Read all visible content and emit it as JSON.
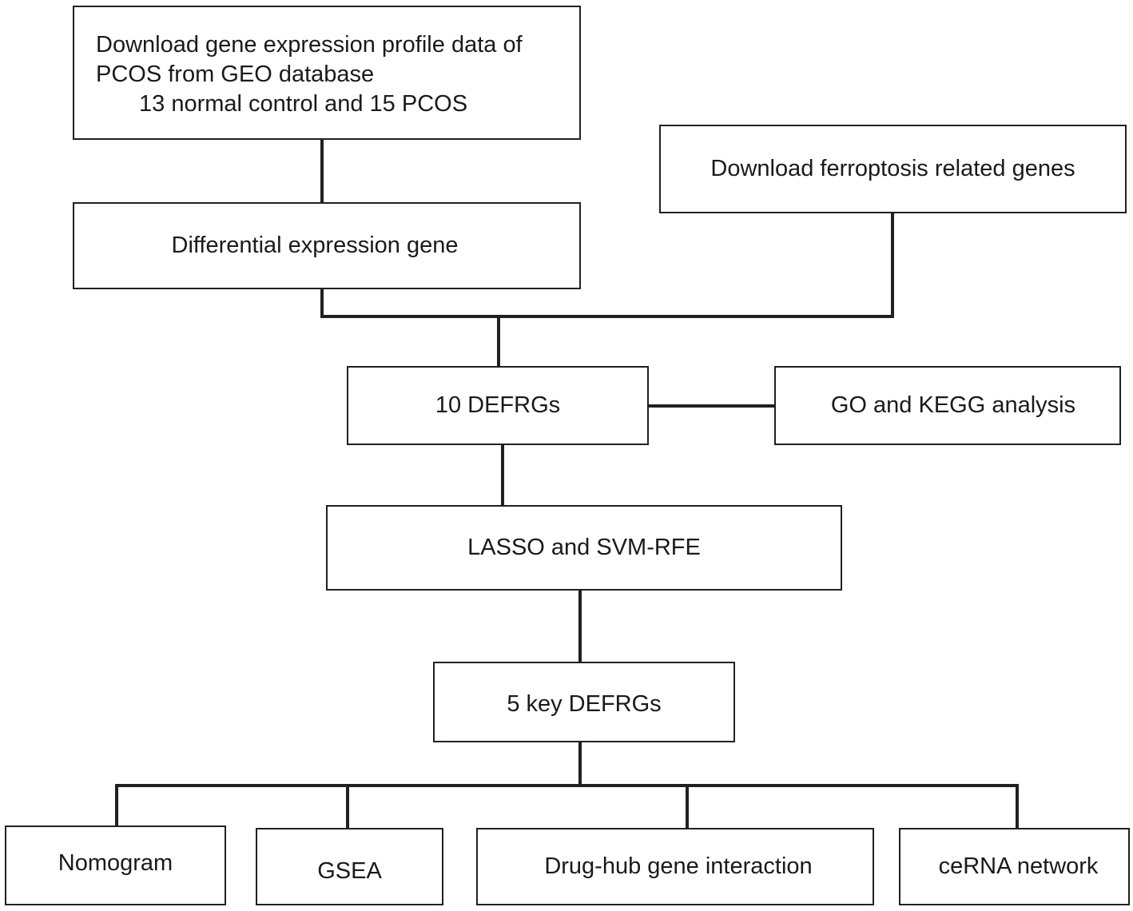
{
  "nodes": {
    "geo": {
      "line1": "Download gene expression profile data of",
      "line2": "PCOS from GEO database",
      "line3": "13 normal control and 15 PCOS"
    },
    "ferroptosis": "Download ferroptosis related genes",
    "deg": "Differential expression gene",
    "defrgs_10": "10 DEFRGs",
    "go_kegg": "GO and KEGG analysis",
    "lasso_svm": "LASSO and SVM-RFE",
    "key_defrgs_5": "5 key DEFRGs",
    "outputs": {
      "nomogram": "Nomogram",
      "gsea": "GSEA",
      "drug_hub": "Drug-hub gene interaction",
      "cerna": "ceRNA network"
    }
  },
  "style": {
    "line_color": "#231f20",
    "box_border_color": "#231f20",
    "text_color": "#1a1a1a",
    "background": "#ffffff"
  }
}
